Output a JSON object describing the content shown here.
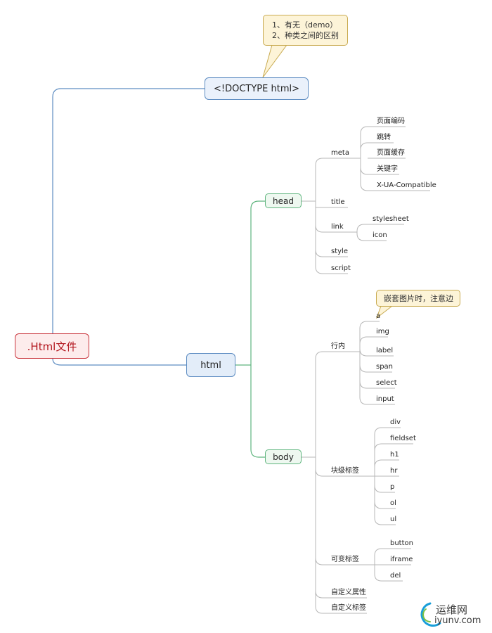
{
  "mindmap": {
    "root": ".Html文件",
    "doctype": "<!DOCTYPE html>",
    "doctype_note": [
      "1、有无（demo）",
      "2、种类之间的区别"
    ],
    "html": "html",
    "head": {
      "label": "head",
      "meta": "meta",
      "meta_items": [
        "页面编码",
        "跳转",
        "页面缓存",
        "关键字",
        "X-UA-Compatible"
      ],
      "title": "title",
      "link": "link",
      "link_items": [
        "stylesheet",
        "icon"
      ],
      "style": "style",
      "script": "script"
    },
    "body": {
      "label": "body",
      "inline": "行内",
      "inline_note": "嵌套图片时，注意边",
      "inline_items": [
        "a",
        "img",
        "label",
        "span",
        "select",
        "input"
      ],
      "block": "块级标签",
      "block_items": [
        "div",
        "fieldset",
        "h1",
        "hr",
        "p",
        "ol",
        "ul"
      ],
      "variable": "可变标签",
      "variable_items": [
        "button",
        "iframe",
        "del"
      ],
      "custom_attr": "自定义属性",
      "custom_tag": "自定义标签"
    }
  },
  "watermark": {
    "cn": "运维网",
    "url": "iyunv.com"
  },
  "colors": {
    "blue_branch": "#5e8dc2",
    "green_branch": "#5fb57e",
    "gray_branch": "#b7b7b7",
    "root_border": "#c9353d",
    "callout_fill": "#fdf4d8"
  }
}
